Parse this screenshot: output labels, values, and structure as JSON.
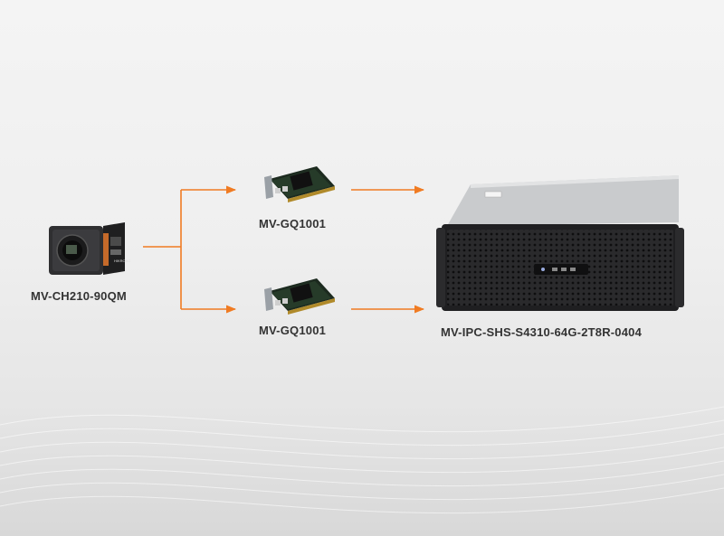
{
  "nodes": {
    "camera": {
      "label": "MV-CH210-90QM"
    },
    "card_top": {
      "label": "MV-GQ1001"
    },
    "card_bottom": {
      "label": "MV-GQ1001"
    },
    "server": {
      "label": "MV-IPC-SHS-S4310-64G-2T8R-0404"
    }
  },
  "colors": {
    "arrow": "#f07b22",
    "background": "#efefef",
    "label": "#333333"
  }
}
